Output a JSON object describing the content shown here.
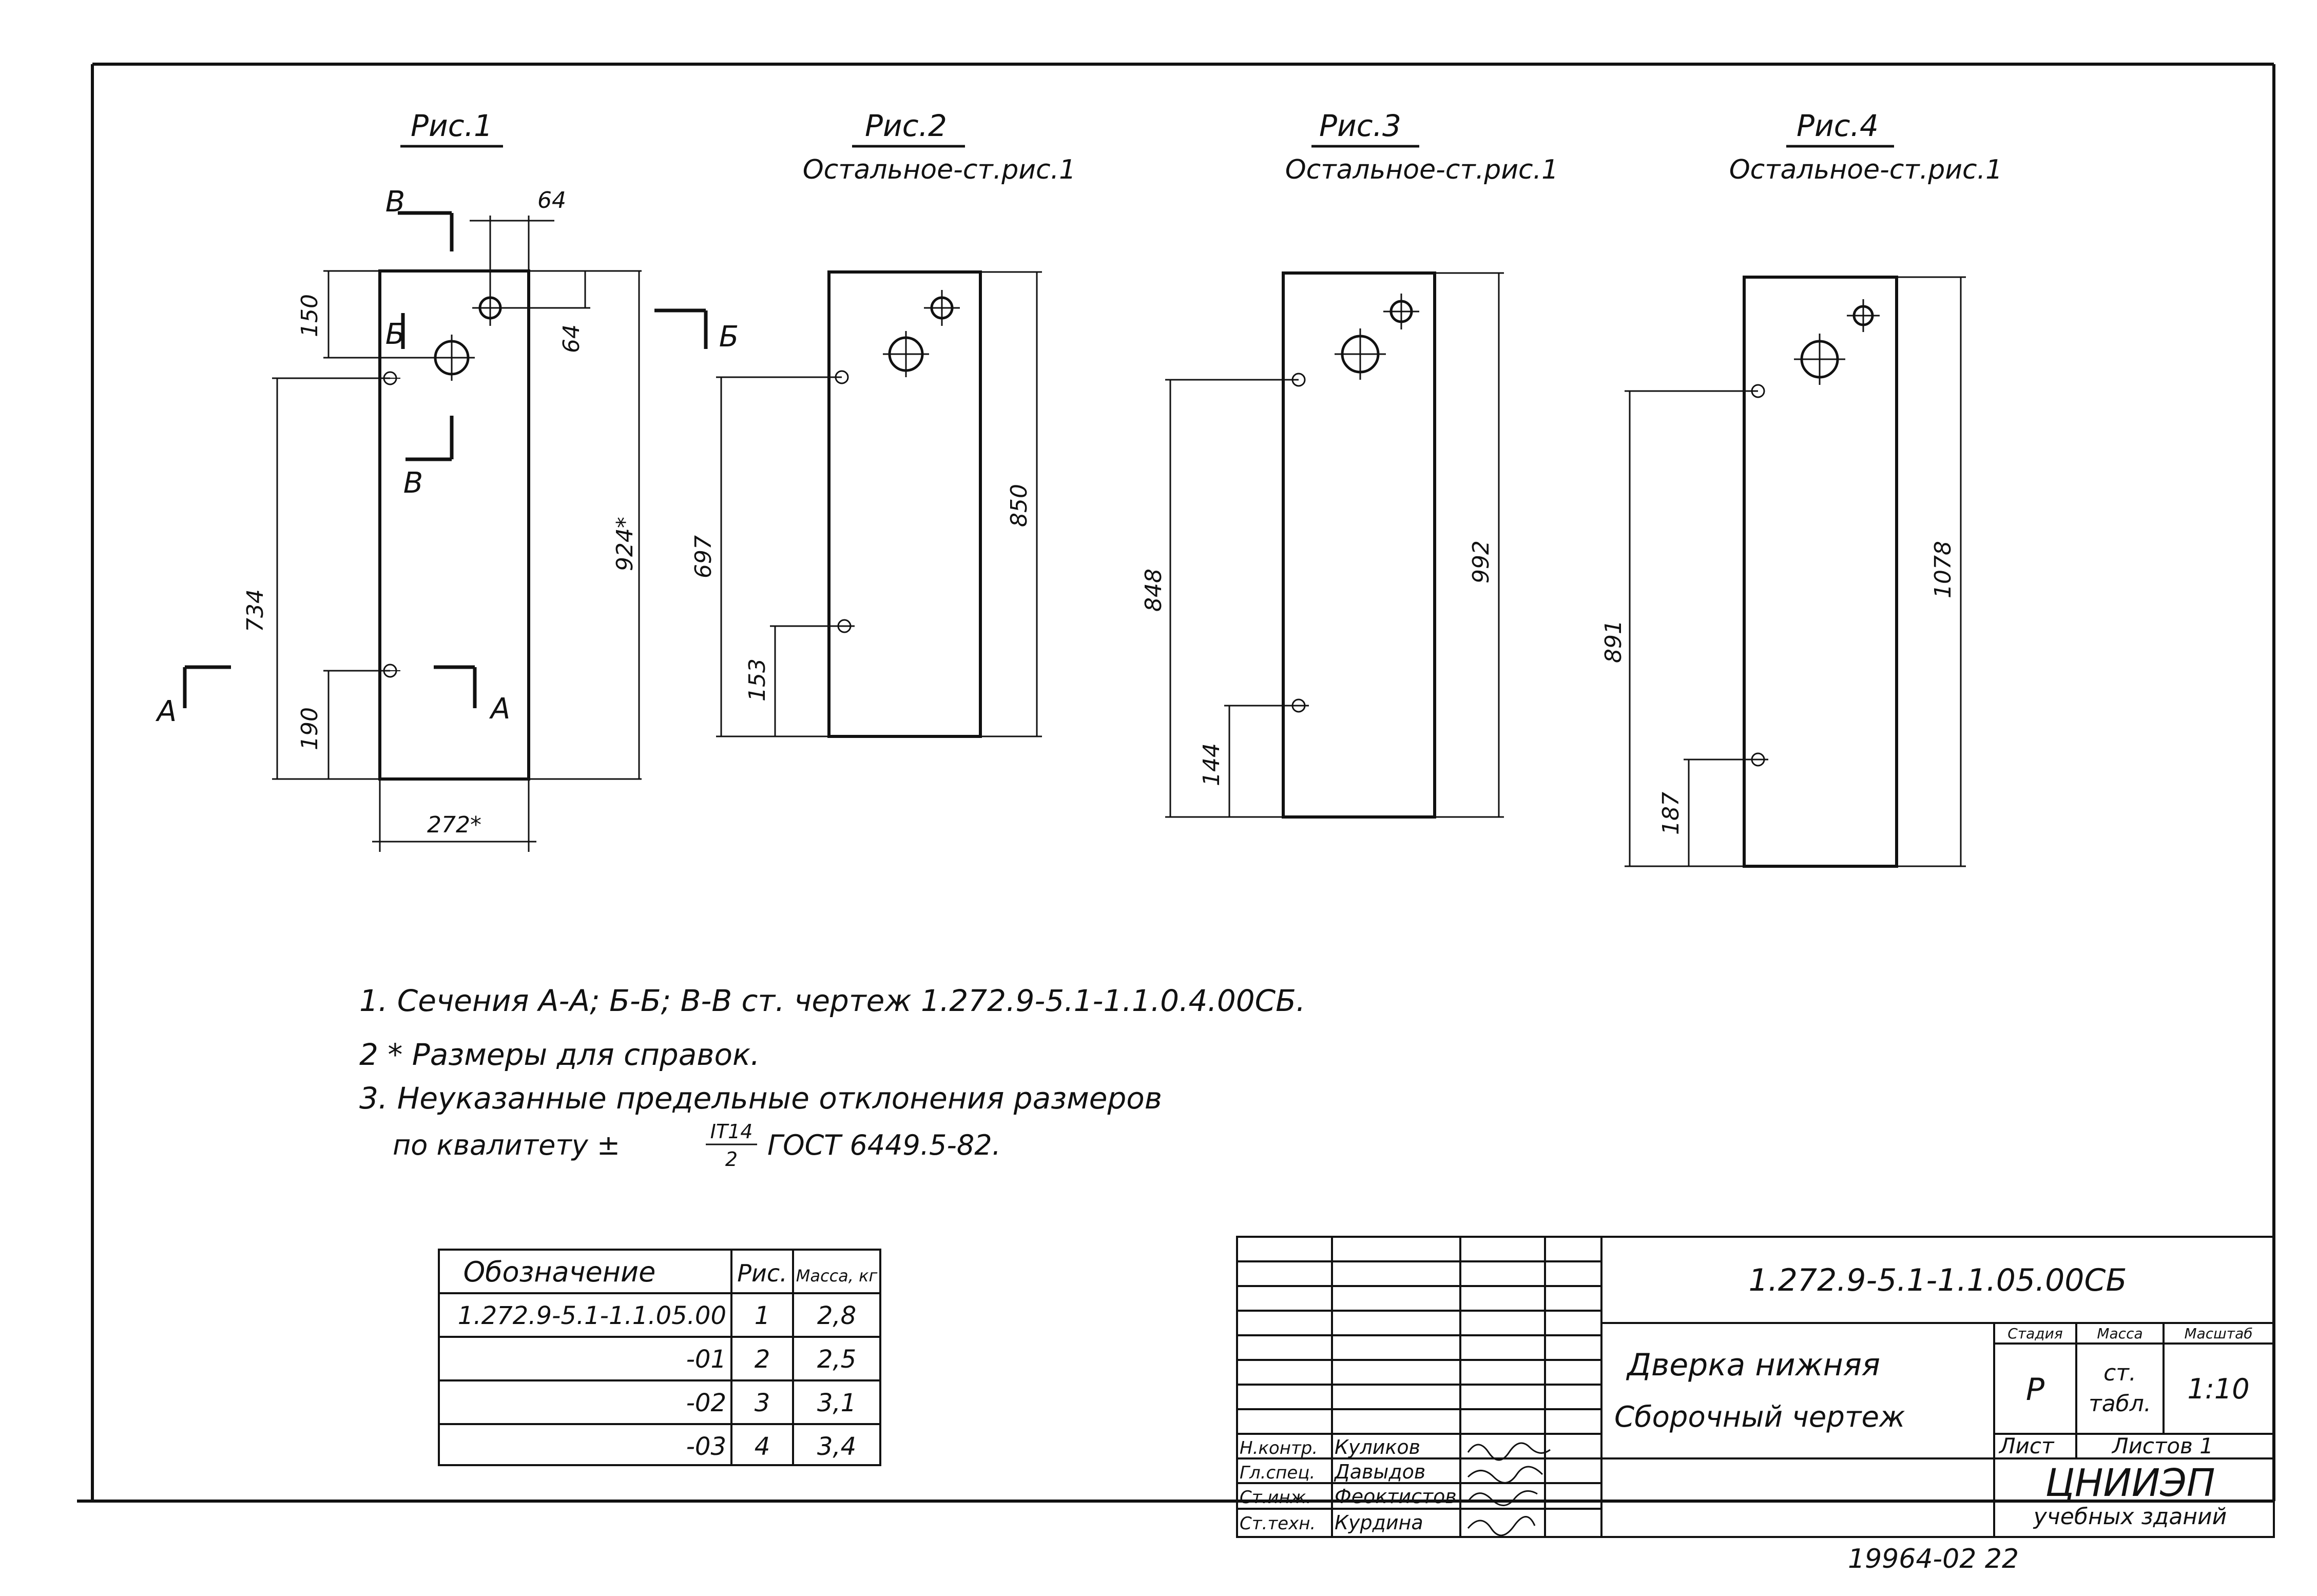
{
  "figures": [
    {
      "title": "Рис.1",
      "subtitle": "",
      "dims": {
        "top_offset": "64",
        "hole_drop": "64",
        "top_left": "150",
        "total_left": "734",
        "bottom_left": "190",
        "right_height": "924*",
        "width": "272*"
      }
    },
    {
      "title": "Рис.2",
      "subtitle": "Остальное-ст.рис.1",
      "dims": {
        "left_total": "697",
        "bottom_left": "153",
        "right_height": "850"
      }
    },
    {
      "title": "Рис.3",
      "subtitle": "Остальное-ст.рис.1",
      "dims": {
        "left_total": "848",
        "bottom_left": "144",
        "right_height": "992"
      }
    },
    {
      "title": "Рис.4",
      "subtitle": "Остальное-ст.рис.1",
      "dims": {
        "left_total": "891",
        "bottom_left": "187",
        "right_height": "1078"
      }
    }
  ],
  "section_labels": {
    "a": "А",
    "b": "Б",
    "v": "В"
  },
  "notes": [
    "1.  Сечения  А-А; Б-Б; В-В  ст. чертеж  1.272.9-5.1-1.1.0.4.00СБ.",
    "2 * Размеры для справок.",
    "3.  Неуказанные  предельные  отклонения  размеров",
    "по квалитету ±",
    "IT14",
    "2",
    "ГОСТ 6449.5-82."
  ],
  "spec_table": {
    "headers": [
      "Обозначение",
      "Рис.",
      "Масса, кг"
    ],
    "rows": [
      [
        "1.272.9-5.1-1.1.05.00",
        "1",
        "2,8"
      ],
      [
        "-01",
        "2",
        "2,5"
      ],
      [
        "-02",
        "3",
        "3,1"
      ],
      [
        "-03",
        "4",
        "3,4"
      ]
    ]
  },
  "title_block": {
    "code": "1.272.9-5.1-1.1.05.00СБ",
    "name_line1": "Дверка нижняя",
    "name_line2": "Сборочный чертеж",
    "stage_header": "Стадия",
    "mass_header": "Масса",
    "scale_header": "Масштаб",
    "stage": "Р",
    "mass_line1": "ст.",
    "mass_line2": "табл.",
    "scale": "1:10",
    "sheet_label": "Лист",
    "sheets_label": "Листов 1",
    "org_line1": "ЦНИИЭП",
    "org_line2": "учебных зданий",
    "staff": [
      {
        "role": "Н.контр.",
        "name": "Куликов"
      },
      {
        "role": "Гл.спец.",
        "name": "Давыдов"
      },
      {
        "role": "Ст.инж.",
        "name": "Феоктистов"
      },
      {
        "role": "Ст.техн.",
        "name": "Курдина"
      }
    ]
  },
  "footer_number": "19964-02  22"
}
